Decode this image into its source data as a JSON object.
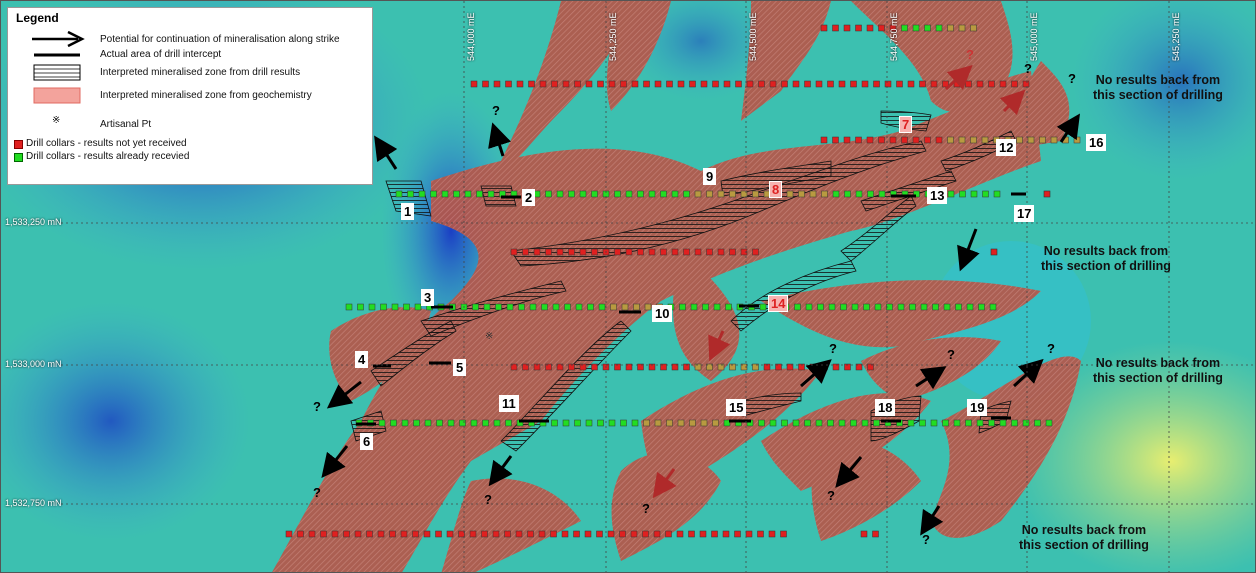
{
  "legend": {
    "title": "Legend",
    "items": [
      {
        "symbol": "arrow",
        "label": "Potential for continuation of mineralisation along strike"
      },
      {
        "symbol": "line",
        "label": "Actual area of drill intercept"
      },
      {
        "symbol": "hatch-box",
        "label": "Interpreted mineralised zone from drill results"
      },
      {
        "symbol": "pink-box",
        "label": "Interpreted mineralised zone from geochemistry"
      },
      {
        "symbol": "artisanal",
        "label": "Artisanal Pt"
      },
      {
        "symbol": "red-square",
        "label": "Drill collars - results not yet received"
      },
      {
        "symbol": "green-square",
        "label": "Drill collars - results already recevied"
      }
    ]
  },
  "grid": {
    "northings": [
      "1,533,250 mN",
      "1,533,000 mN",
      "1,532,750 mN"
    ],
    "eastings": [
      "544,000 mE",
      "544,250 mE",
      "544,500 mE",
      "544,750 mE",
      "545,000 mE",
      "545,250 mE"
    ]
  },
  "notes": [
    {
      "line1": "No results back from",
      "line2": "this section of drilling"
    },
    {
      "line1": "No results back from",
      "line2": "this section of drilling"
    },
    {
      "line1": "No results back from",
      "line2": "this section of drilling"
    },
    {
      "line1": "No results back from",
      "line2": "this section of drilling"
    }
  ],
  "holes": [
    "1",
    "2",
    "3",
    "4",
    "5",
    "6",
    "7",
    "8",
    "9",
    "10",
    "11",
    "12",
    "13",
    "14",
    "15",
    "16",
    "17",
    "18",
    "19"
  ],
  "question_mark": "?",
  "colors": {
    "collar_pending": "#e02020",
    "collar_received": "#22dd22",
    "zone_geochem": "#b5574a",
    "background_low": "#2a5fd0",
    "background_mid": "#3fc6a0",
    "background_high": "#e8ee70"
  }
}
